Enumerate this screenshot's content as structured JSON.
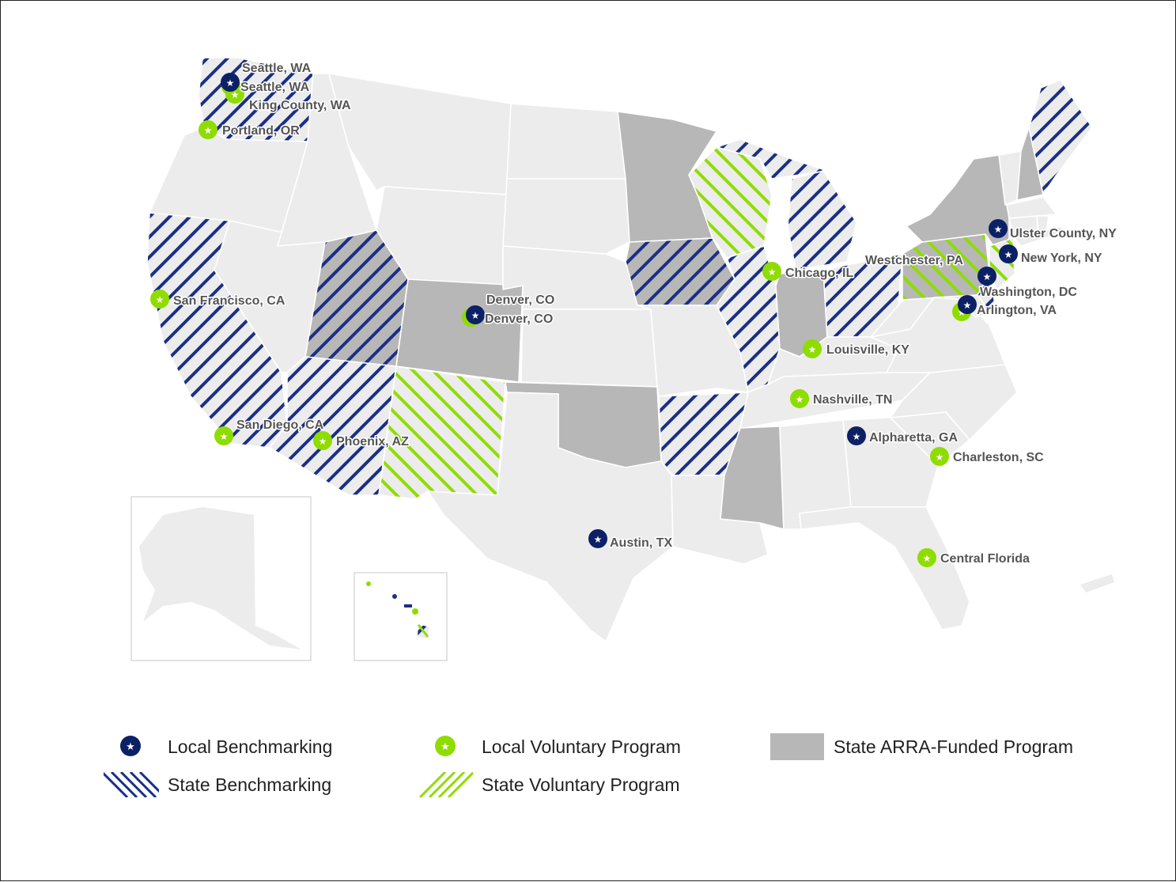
{
  "colors": {
    "local_benchmarking": "#0c2065",
    "local_voluntary": "#8fdc00",
    "state_arra": "#b7b7b7",
    "base_state": "#ececec",
    "state_benchmarking_hatch": "#1a2f86",
    "state_voluntary_hatch": "#8fdc00"
  },
  "legend": {
    "local_benchmarking": "Local Benchmarking",
    "local_voluntary": "Local Voluntary Program",
    "state_arra": "State ARRA-Funded Program",
    "state_benchmarking": "State Benchmarking",
    "state_voluntary": "State Voluntary Program"
  },
  "markers": [
    {
      "label": "Seattle, WA",
      "type": "local_benchmarking"
    },
    {
      "label": "Seattle, WA",
      "type": "local_voluntary"
    },
    {
      "label": "King County, WA",
      "type": "local_voluntary"
    },
    {
      "label": "Portland, OR",
      "type": "local_voluntary"
    },
    {
      "label": "San Francisco, CA",
      "type": "local_voluntary"
    },
    {
      "label": "San Diego, CA",
      "type": "local_voluntary"
    },
    {
      "label": "Phoenix, AZ",
      "type": "local_voluntary"
    },
    {
      "label": "Denver, CO",
      "type": "local_benchmarking"
    },
    {
      "label": "Denver, CO",
      "type": "local_voluntary"
    },
    {
      "label": "Austin, TX",
      "type": "local_benchmarking"
    },
    {
      "label": "Chicago, IL",
      "type": "local_voluntary"
    },
    {
      "label": "Louisville, KY",
      "type": "local_voluntary"
    },
    {
      "label": "Nashville, TN",
      "type": "local_voluntary"
    },
    {
      "label": "Alpharetta, GA",
      "type": "local_benchmarking"
    },
    {
      "label": "Charleston, SC",
      "type": "local_voluntary"
    },
    {
      "label": "Central Florida",
      "type": "local_voluntary"
    },
    {
      "label": "Westchester, PA",
      "type": "local_voluntary"
    },
    {
      "label": "Ulster County, NY",
      "type": "local_benchmarking"
    },
    {
      "label": "New York, NY",
      "type": "local_benchmarking"
    },
    {
      "label": "Washington, DC",
      "type": "local_benchmarking"
    },
    {
      "label": "Arlington, VA",
      "type": "local_benchmarking"
    }
  ],
  "states": {
    "state_benchmarking": [
      "WA",
      "CA",
      "AZ",
      "MI",
      "IL",
      "OH",
      "AR",
      "ME",
      "DE"
    ],
    "state_voluntary": [
      "NM",
      "WI",
      "PA",
      "NJ"
    ],
    "state_arra": [
      "MN",
      "IA",
      "CO",
      "UT",
      "OK",
      "IN",
      "MS",
      "NY",
      "NH",
      "PA"
    ]
  }
}
